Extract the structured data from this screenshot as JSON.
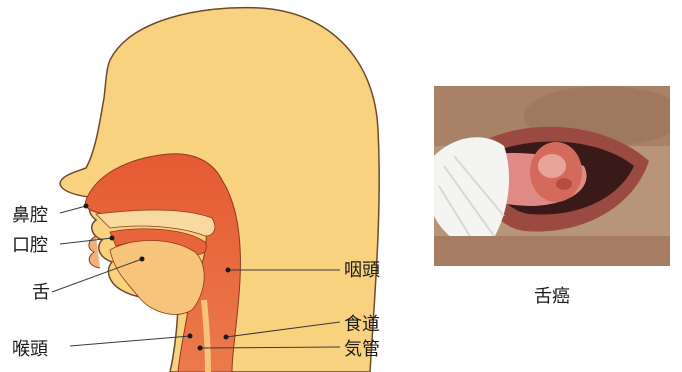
{
  "labels": {
    "nasal_cavity": "鼻腔",
    "oral_cavity": "口腔",
    "tongue": "舌",
    "larynx": "喉頭",
    "pharynx": "咽頭",
    "esophagus": "食道",
    "trachea": "気管"
  },
  "photo_caption": "舌癌",
  "colors": {
    "skin": "#f9d27f",
    "skin_outline": "#6b4a2a",
    "cavity": "#e8643a",
    "cavity_dark": "#d4502a",
    "tongue": "#f6c47a"
  }
}
